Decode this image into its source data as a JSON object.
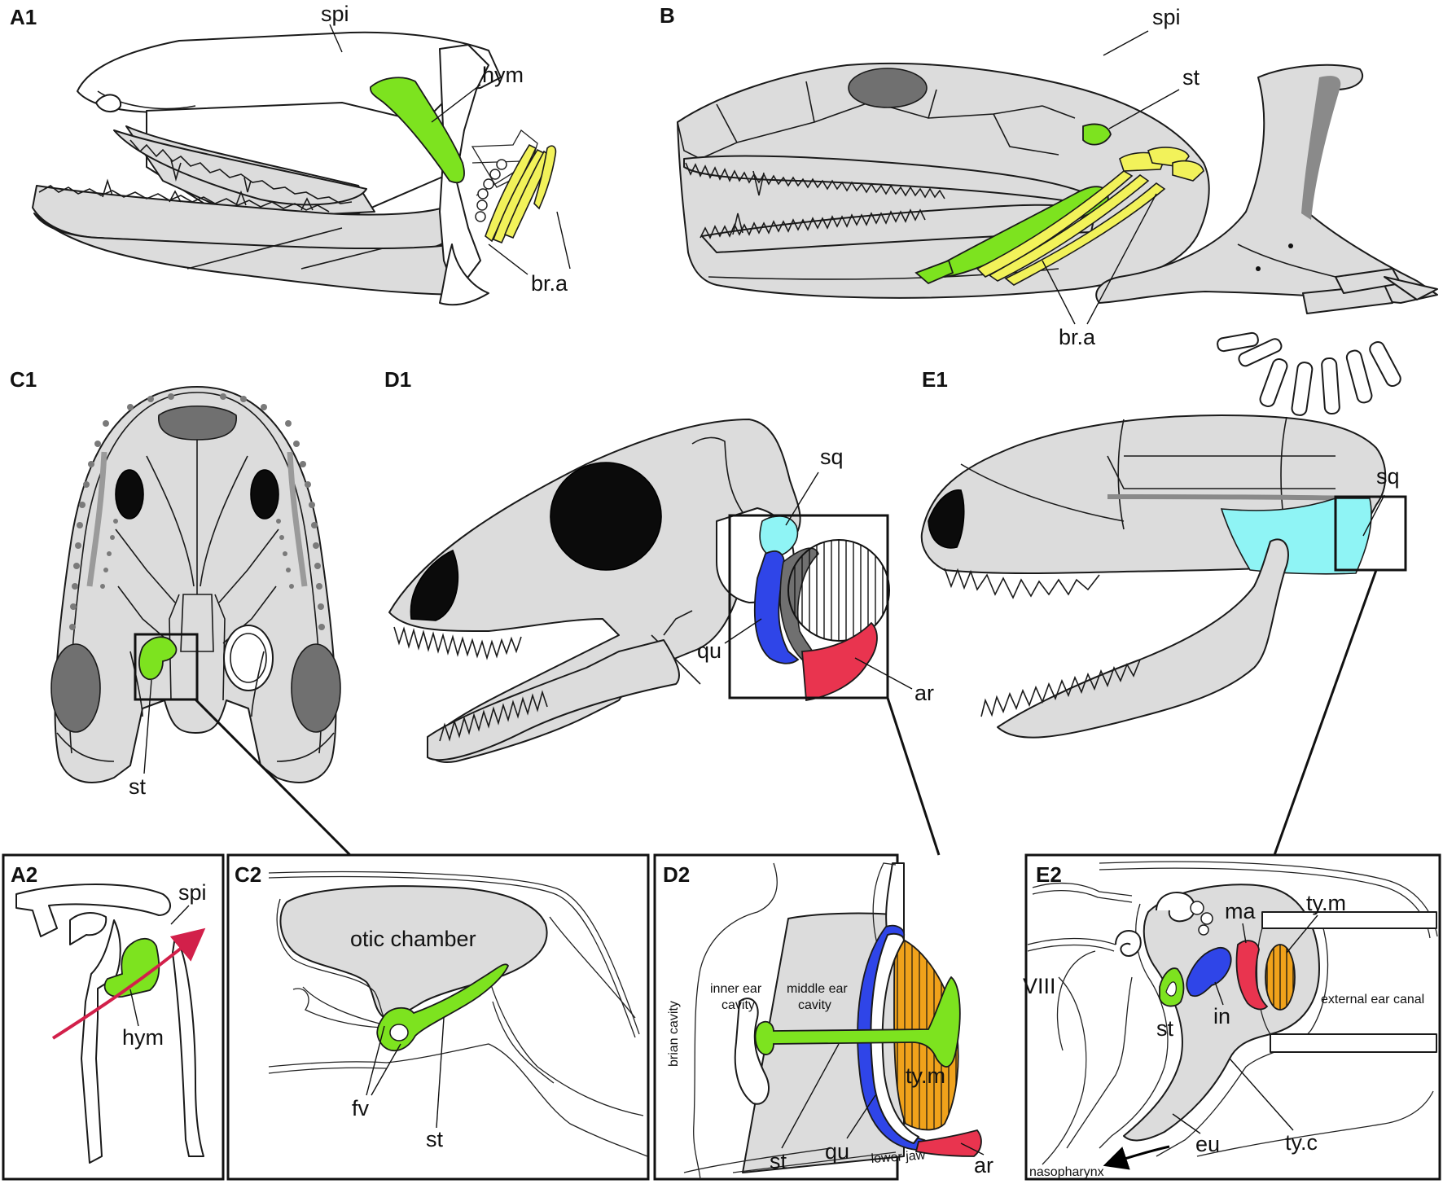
{
  "panels": {
    "A1": "A1",
    "A2": "A2",
    "B": "B",
    "C1": "C1",
    "C2": "C2",
    "D1": "D1",
    "D2": "D2",
    "E1": "E1",
    "E2": "E2"
  },
  "labels": {
    "spi": "spi",
    "hym": "hym",
    "br_a": "br.a",
    "st": "st",
    "sq": "sq",
    "qu": "qu",
    "ar": "ar",
    "otic_chamber": "otic chamber",
    "fv": "fv",
    "inner_ear_cavity_1": "inner ear",
    "inner_ear_cavity_2": "cavity",
    "middle_ear_cavity_1": "middle ear",
    "middle_ear_cavity_2": "cavity",
    "brian_cavity": "brian cavity",
    "ty_m": "ty.m",
    "lower_jaw": "lower jaw",
    "viii": "VIII",
    "in": "in",
    "ma": "ma",
    "external_ear_canal": "external ear canal",
    "eu": "eu",
    "ty_c": "ty.c",
    "nasopharynx": "nasopharynx"
  },
  "colors": {
    "hyomandibula_stapes": "#7de31f",
    "branchial_arches": "#f2f25a",
    "quadrate_incus": "#2f45e8",
    "articular_malleus": "#e9344f",
    "squamosal": "#8ff4f5",
    "tympanic_membrane": "#f0a21b",
    "bone": "#dcdcdc",
    "dark_bone": "#707070",
    "airway_arrow": "#d2204a"
  }
}
